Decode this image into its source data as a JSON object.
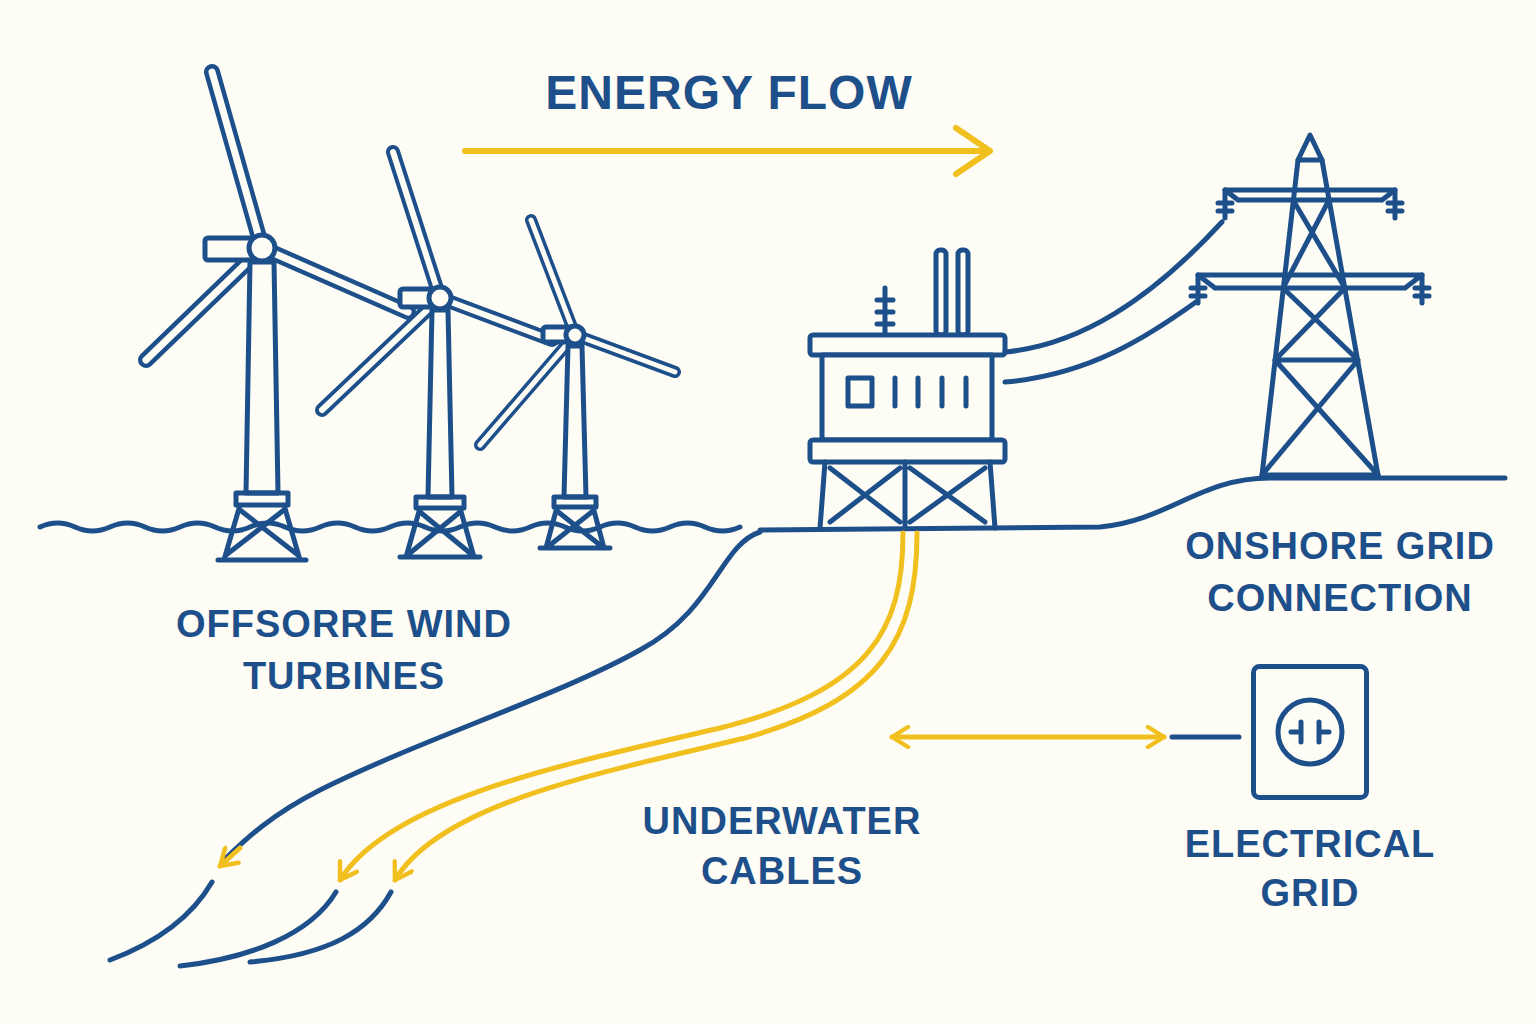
{
  "diagram": {
    "title": "ENERGY FLOW",
    "nodes": [
      {
        "text": [
          "ELECTRICAL GRID"
        ]
      }
    ],
    "labels": [
      "OFFSORRE WIND TURBINES",
      "ONSHORE GRID CONNECTION",
      "UNDERWATER CABLES"
    ]
  }
}
